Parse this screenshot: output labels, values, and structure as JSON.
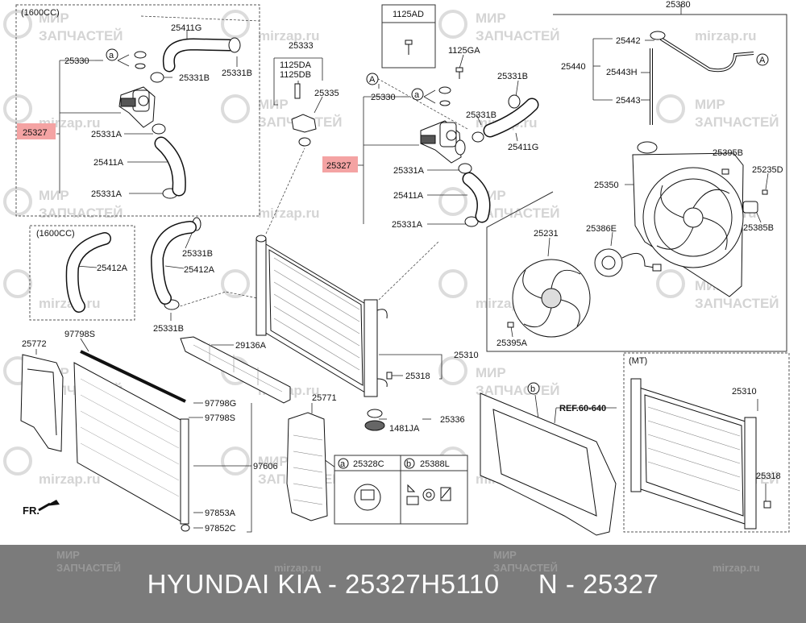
{
  "watermark": {
    "brand_ru_1": "МИР",
    "brand_ru_2": "ЗАПЧАСТЕЙ",
    "site": "mirzap.ru"
  },
  "groups": {
    "box_1600cc_top": "(1600CC)",
    "box_1600cc_mid": "(1600CC)",
    "box_mt": "(MT)"
  },
  "kit_box": {
    "part": "1125AD"
  },
  "legend": {
    "a_key": "a",
    "a_part": "25328C",
    "b_key": "b",
    "b_part": "25388L"
  },
  "callouts": {
    "a": "a",
    "b": "b",
    "A": "A"
  },
  "labels": {
    "p25411G_top": "25411G",
    "p25330_top": "25330",
    "p25331B_top1": "25331B",
    "p25331B_top2": "25331B",
    "p25327_left": "25327",
    "p25331A_top1": "25331A",
    "p25411A_top": "25411A",
    "p25331A_top2": "25331A",
    "p25333": "25333",
    "p1125DA": "1125DA",
    "p1125DB": "1125DB",
    "p25335": "25335",
    "p1125GA": "1125GA",
    "p25331B_mid1": "25331B",
    "p25330_mid": "25330",
    "p25331B_mid2": "25331B",
    "p25411G_mid": "25411G",
    "p25327_mid": "25327",
    "p25331A_mid1": "25331A",
    "p25411A_mid": "25411A",
    "p25331A_mid2": "25331A",
    "p25380": "25380",
    "p25442": "25442",
    "p25440": "25440",
    "p25443H": "25443H",
    "p25443": "25443",
    "p25395B": "25395B",
    "p25235D": "25235D",
    "p25350": "25350",
    "p25385B": "25385B",
    "p25386E": "25386E",
    "p25231": "25231",
    "p25395A": "25395A",
    "p25412A_left": "25412A",
    "p25331B_low": "25331B",
    "p25412A_right": "25412A",
    "p25331B_low2": "25331B",
    "p25772": "25772",
    "p97798S_top": "97798S",
    "p29136A": "29136A",
    "p97798G": "97798G",
    "p97798S_mid": "97798S",
    "p97606": "97606",
    "p97853A": "97853A",
    "p97852C": "97852C",
    "p25771": "25771",
    "p25310": "25310",
    "p25318": "25318",
    "p25336": "25336",
    "p1481JA": "1481JA",
    "ref": "REF.60-640",
    "p25310_mt": "25310",
    "p25318_mt": "25318",
    "fr": "FR."
  },
  "footer": {
    "text": "HYUNDAI KIA - 25327H5110     N - 25327"
  },
  "colors": {
    "highlight": "#f4a3a3",
    "line": "#222222",
    "footer_bg": "#7b7b7b"
  }
}
